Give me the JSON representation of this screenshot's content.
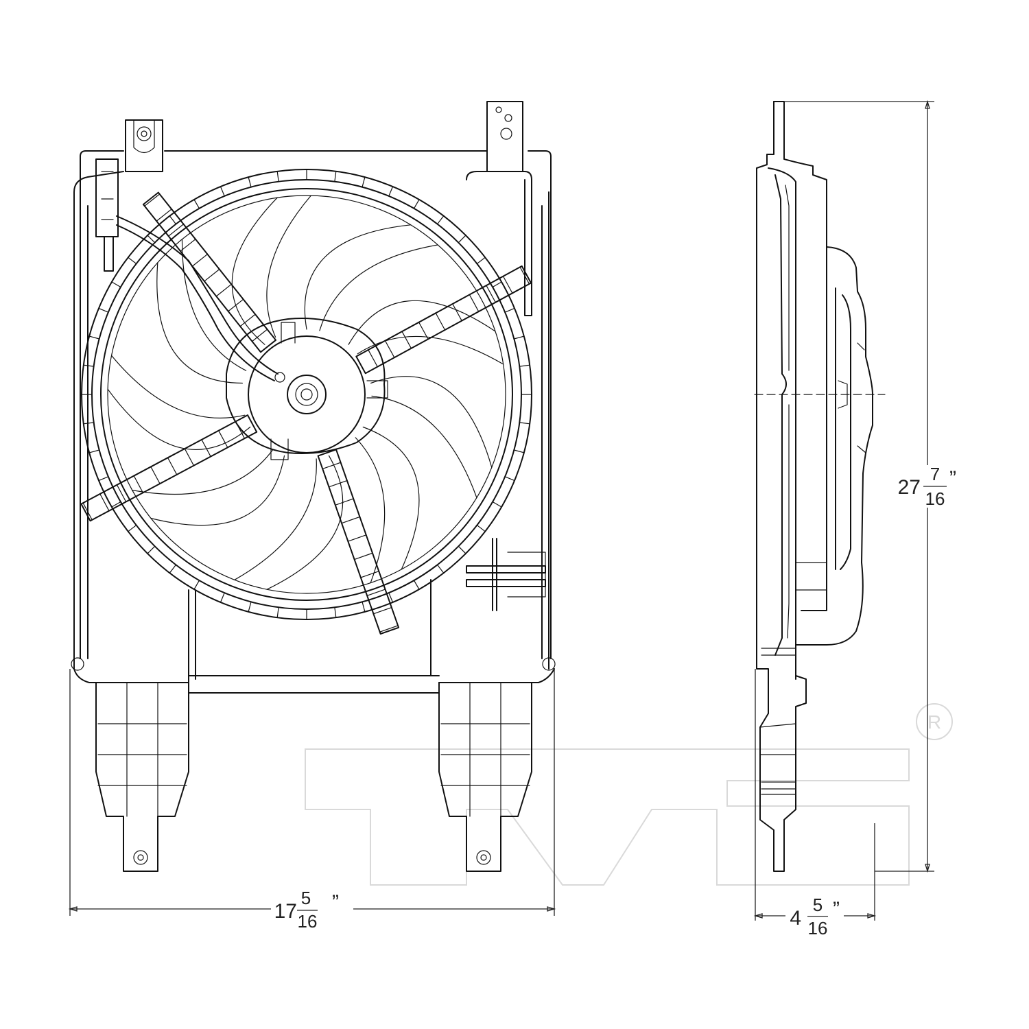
{
  "dimensions": {
    "width": {
      "whole": "17",
      "numerator": "5",
      "denominator": "16",
      "inch_mark": "”"
    },
    "depth": {
      "whole": "4",
      "numerator": "5",
      "denominator": "16",
      "inch_mark": "”"
    },
    "height": {
      "whole": "27",
      "numerator": "7",
      "denominator": "16",
      "inch_mark": "”"
    }
  },
  "watermark": {
    "brand": "TYC",
    "registered_mark": "R"
  },
  "colors": {
    "line": "#111111",
    "watermark": "#d9d9d9",
    "background": "#ffffff"
  }
}
